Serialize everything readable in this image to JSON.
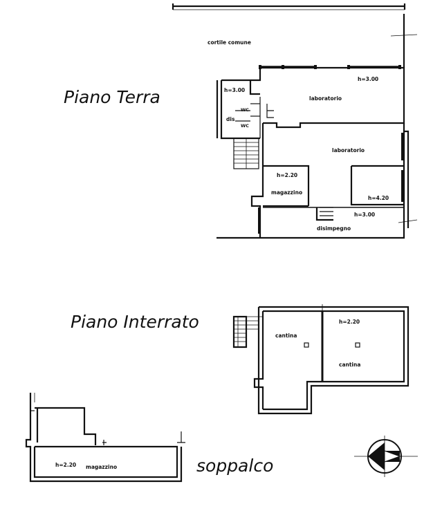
{
  "floors": {
    "ground": {
      "title": "Piano Terra",
      "labels": {
        "courtyard": "cortile comune",
        "h300_wc": "h=3.00",
        "wc_upper": "WC",
        "wc_lower": "WC",
        "dis": "dis",
        "h300_lab": "h=3.00",
        "lab_upper": "laboratorio",
        "lab_lower": "laboratorio",
        "h220": "h=2.20",
        "magazzino": "magazzino",
        "h420": "h=4.20",
        "h300_dis": "h=3.00",
        "disimpegno": "disimpegno"
      }
    },
    "basement": {
      "title": "Piano  Interrato",
      "labels": {
        "cantina_left": "cantina",
        "h220": "h=2.20",
        "cantina_right": "cantina"
      }
    },
    "mezzanine": {
      "title": "soppalco",
      "labels": {
        "h220": "h=2.20",
        "magazzino": "magazzino"
      }
    }
  },
  "compass": {
    "icon": "north-arrow-icon"
  }
}
